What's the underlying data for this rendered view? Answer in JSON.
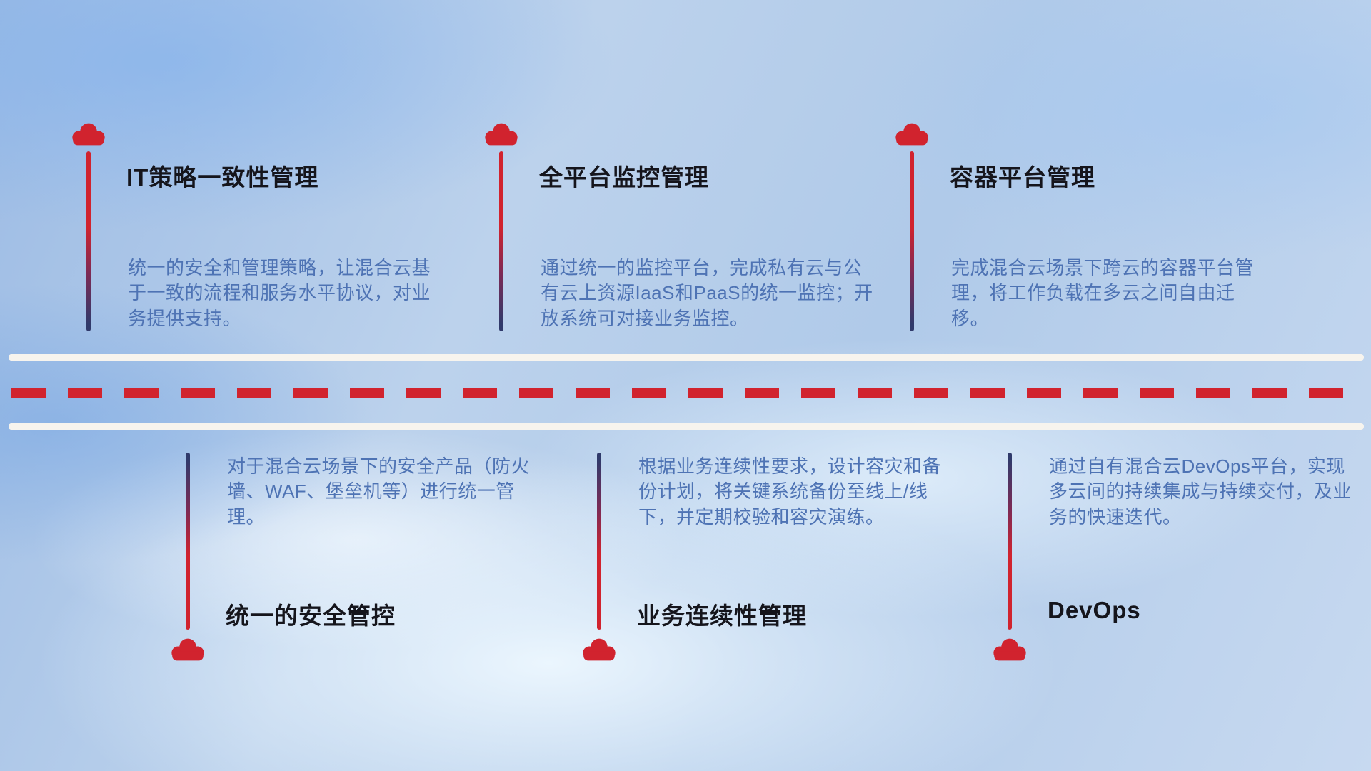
{
  "theme": {
    "accent_red": "#d1232e",
    "navy": "#303a6b",
    "title_color": "#15151c",
    "desc_color": "#4e73b4",
    "road_line_color": "#f7f4ee"
  },
  "top_items": [
    {
      "icon": "cloud-icon",
      "title": "IT策略一致性管理",
      "desc": "统一的安全和管理策略，让混合云基于一致的流程和服务水平协议，对业务提供支持。"
    },
    {
      "icon": "cloud-icon",
      "title": "全平台监控管理",
      "desc": "通过统一的监控平台，完成私有云与公有云上资源IaaS和PaaS的统一监控；开放系统可对接业务监控。"
    },
    {
      "icon": "cloud-icon",
      "title": "容器平台管理",
      "desc": "完成混合云场景下跨云的容器平台管理，将工作负载在多云之间自由迁移。"
    }
  ],
  "bottom_items": [
    {
      "icon": "cloud-icon",
      "title": "统一的安全管控",
      "desc": "对于混合云场景下的安全产品（防火墙、WAF、堡垒机等）进行统一管理。"
    },
    {
      "icon": "cloud-icon",
      "title": "业务连续性管理",
      "desc": "根据业务连续性要求，设计容灾和备份计划，将关键系统备份至线上/线下，并定期校验和容灾演练。"
    },
    {
      "icon": "cloud-icon",
      "title": "DevOps",
      "desc": "通过自有混合云DevOps平台，实现多云间的持续集成与持续交付，及业务的快速迭代。"
    }
  ]
}
